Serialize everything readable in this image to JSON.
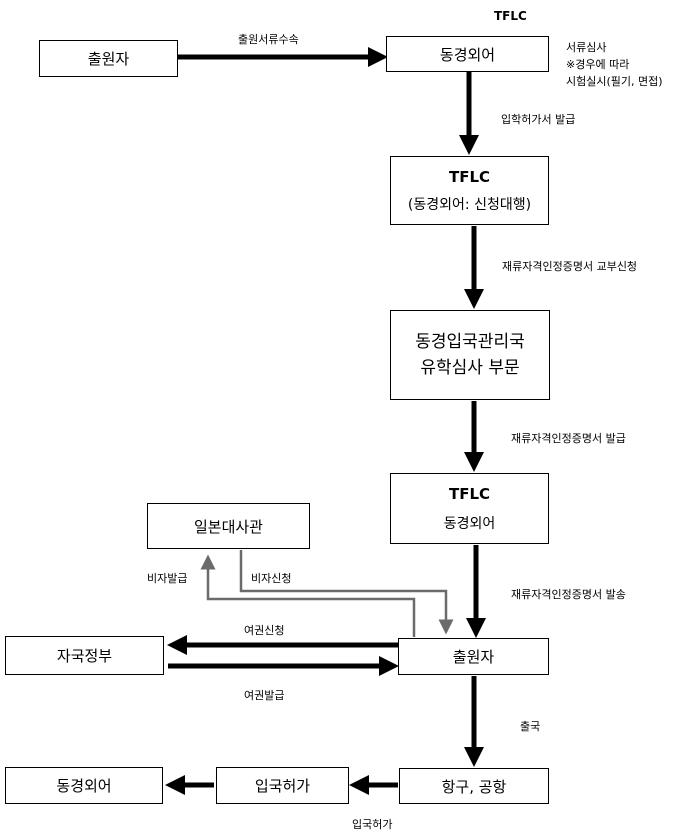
{
  "top_label": "TFLC",
  "nodes": {
    "applicant_top": "출원자",
    "school_top": "동경외어",
    "tflc_proxy_title": "TFLC",
    "tflc_proxy_sub": "(동경외어: 신청대행)",
    "immigration_line1": "동경입국관리국",
    "immigration_line2": "유학심사 부문",
    "tflc_title": "TFLC",
    "tflc_sub": "동경외어",
    "embassy": "일본대사관",
    "home_gov": "자국정부",
    "applicant": "출원자",
    "port": "항구,  공항",
    "entry_permit": "입국허가",
    "school_bottom": "동경외어"
  },
  "edges": {
    "send_docs": "출원서류수속",
    "review_line1": "서류심사",
    "review_line2": "※경우에 따라",
    "review_line3": "시험실시(필기, 면접)",
    "admission": "입학허가서 발급",
    "coe_request": "재류자격인정증명서 교부신청",
    "coe_issue": "재류자격인정증명서 발급",
    "coe_send": "재류자격인정증명서 발송",
    "passport_apply": "여권신청",
    "passport_issue": "여권발급",
    "visa_issue": "비자발급",
    "visa_apply": "비자신청",
    "departure": "출국",
    "entry": "입국허가"
  }
}
